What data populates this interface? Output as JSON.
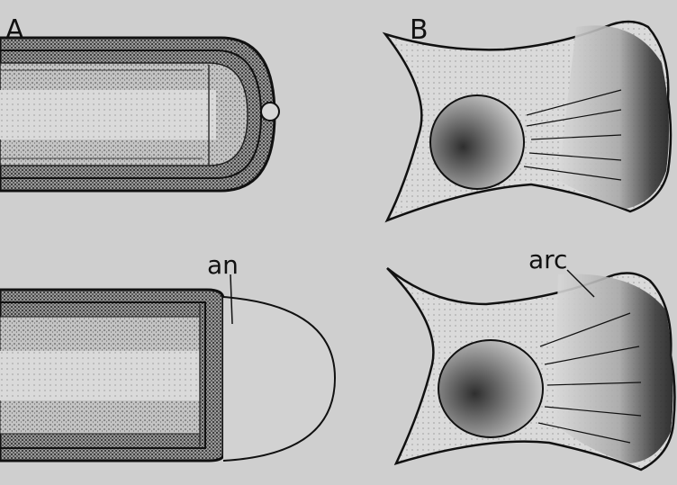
{
  "figure": {
    "panel_a_label": "A",
    "panel_b_label": "B",
    "annotation_an": "an",
    "annotation_arc": "arc",
    "colors": {
      "paper": "#cfcfcf",
      "ink": "#111111",
      "stipple_dark": "#2a2a2a",
      "stipple_mid": "#6e6e6e",
      "cell_light": "#e2e2e2"
    }
  }
}
